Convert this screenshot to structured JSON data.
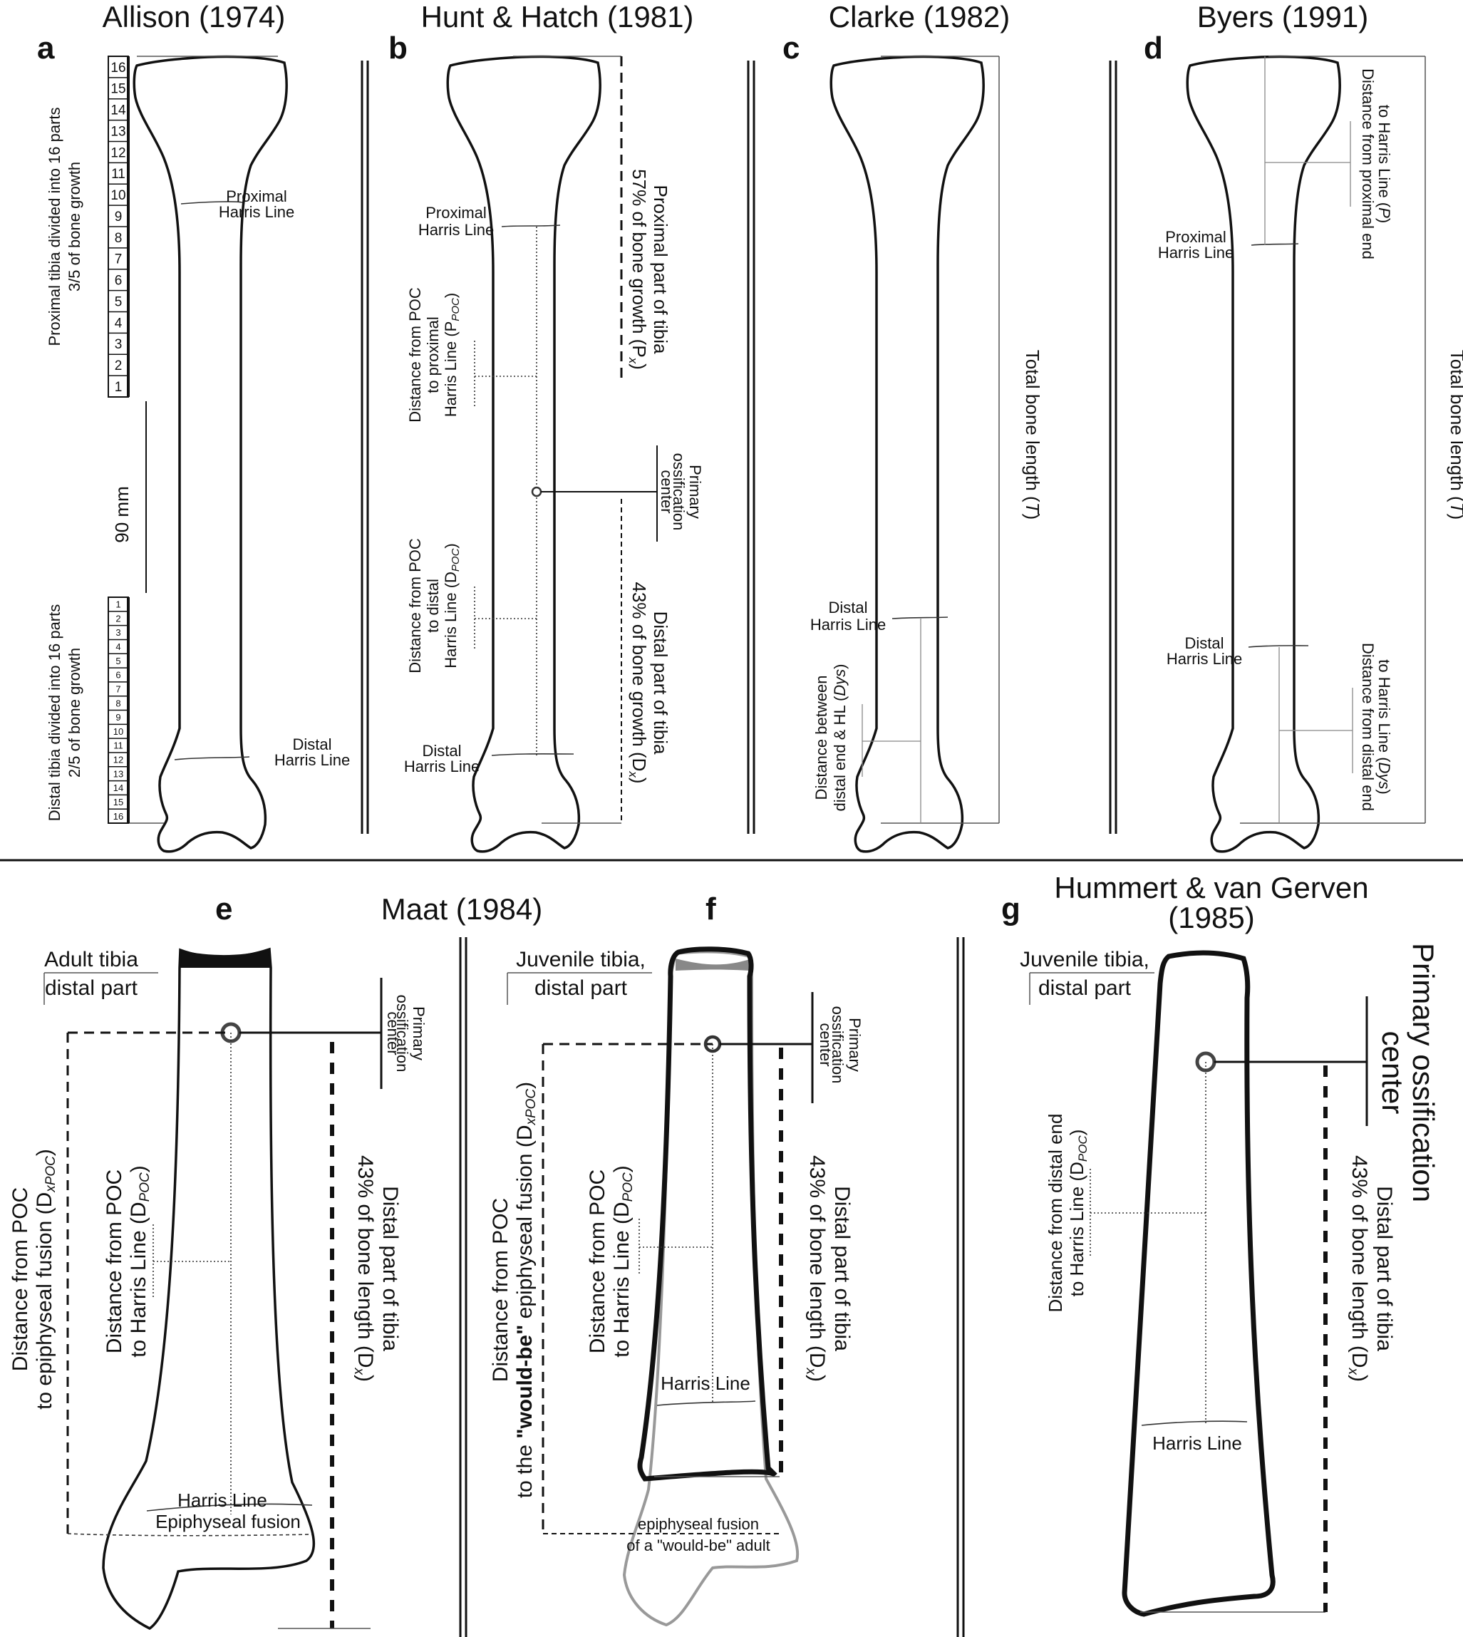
{
  "panels": {
    "a": {
      "letter": "a",
      "title": "Allison (1974)",
      "proximal_note_1": "Proximal tibia divided into 16 parts",
      "proximal_note_2": "3/5 of bone growth",
      "distal_note_1": "Distal tibia divided into 16 parts",
      "distal_note_2": "2/5 of bone growth",
      "scale_bar": "90 mm",
      "proximal_hl_1": "Proximal",
      "proximal_hl_2": "Harris Line",
      "distal_hl_1": "Distal",
      "distal_hl_2": "Harris Line",
      "proximal_segments": [
        "16",
        "15",
        "14",
        "13",
        "12",
        "11",
        "10",
        "9",
        "8",
        "7",
        "6",
        "5",
        "4",
        "3",
        "2",
        "1"
      ],
      "distal_segments": [
        "1",
        "2",
        "3",
        "4",
        "5",
        "6",
        "7",
        "8",
        "9",
        "10",
        "11",
        "12",
        "13",
        "14",
        "15",
        "16"
      ]
    },
    "b": {
      "letter": "b",
      "title": "Hunt & Hatch (1981)",
      "proximal_hl_1": "Proximal",
      "proximal_hl_2": "Harris Line",
      "distal_hl_1": "Distal",
      "distal_hl_2": "Harris Line",
      "ppoc_1": "Distance from POC",
      "ppoc_2": "to  proximal",
      "ppoc_3": "Harris Line (P",
      "ppoc_sub": "POC",
      "ppoc_end": ")",
      "dpoc_1": "Distance from POC",
      "dpoc_2": "to distal",
      "dpoc_3": "Harris Line (D",
      "dpoc_sub": "POC",
      "dpoc_end": ")",
      "proximal_part_1": "Proximal part of tibia",
      "proximal_part_2": "57% of bone growth (P",
      "proximal_part_sub": "x",
      "proximal_part_end": ")",
      "poc_1": "Primary",
      "poc_2": "ossification",
      "poc_3": "center",
      "distal_part_1": "Distal part of tibia",
      "distal_part_2": "43% of bone growth (D",
      "distal_part_sub": "x",
      "distal_part_end": ")"
    },
    "c": {
      "letter": "c",
      "title": "Clarke (1982)",
      "total_1": "Total bone length (",
      "total_t": "T",
      "total_end": ")",
      "distal_hl_1": "Distal",
      "distal_hl_2": "Harris Line",
      "dys_1": "Distance between",
      "dys_2": "distal end & HL (",
      "dys_v": "Dys",
      "dys_end": ")"
    },
    "d": {
      "letter": "d",
      "title": "Byers (1991)",
      "total_1": "Total bone length (",
      "total_t": "T",
      "total_end": ")",
      "proximal_hl_1": "Proximal",
      "proximal_hl_2": "Harris Line",
      "distal_hl_1": "Distal",
      "distal_hl_2": "Harris Line",
      "p_1": "Distance from proximal end",
      "p_2": "to Harris Line (",
      "p_v": "P",
      "p_end": ")",
      "d_1": "Distance from distal end",
      "d_2": "to Harris Line (",
      "d_v": "Dys",
      "d_end": ")"
    },
    "e": {
      "letter": "e",
      "title": "Maat (1984)",
      "adult_1": "Adult tibia",
      "adult_2": "distal part",
      "poc_1": "Primary",
      "poc_2": "ossification",
      "poc_3": "center",
      "dxpoc_1": "Distance from POC",
      "dxpoc_2": "to epiphyseal fusion (D",
      "dxpoc_sub": "xPOC",
      "dxpoc_end": ")",
      "dpoc_1": "Distance from POC",
      "dpoc_2": "to Harris Line (D",
      "dpoc_sub": "POC",
      "dpoc_end": ")",
      "distal_1": "Distal part of tibia",
      "distal_2": "43% of bone length (D",
      "distal_sub": "x",
      "distal_end": ")",
      "harris": "Harris Line",
      "fusion": "Epiphyseal fusion"
    },
    "f": {
      "letter": "f",
      "juv_1": "Juvenile tibia,",
      "juv_2": "distal part",
      "poc_1": "Primary",
      "poc_2": "ossification",
      "poc_3": "center",
      "dxpoc_1": "Distance from POC",
      "dxpoc_2a": "to the ",
      "dxpoc_2b": "\"would-be\"",
      "dxpoc_2c": " epiphyseal fusion (D",
      "dxpoc_sub": "xPOC",
      "dxpoc_end": ")",
      "dpoc_1": "Distance from POC",
      "dpoc_2": "to Harris Line (D",
      "dpoc_sub": "POC",
      "dpoc_end": ")",
      "distal_1": "Distal part of tibia",
      "distal_2": "43% of bone length (D",
      "distal_sub": "x",
      "distal_end": ")",
      "harris": "Harris Line",
      "fusion_1": "epiphyseal fusion",
      "fusion_2": "of a \"would-be\" adult"
    },
    "g": {
      "letter": "g",
      "title_1": "Hummert & van Gerven",
      "title_2": "(1985)",
      "juv_1": "Juvenile tibia,",
      "juv_2": "distal part",
      "poc_1": "Primary ossification",
      "poc_2": "center",
      "dpoc_1": "Distance from distal end",
      "dpoc_2": "to Harris Line (D",
      "dpoc_sub": "POC",
      "dpoc_end": ")",
      "distal_1": "Distal part of tibia",
      "distal_2": "43% of bone length (D",
      "distal_sub": "x",
      "distal_end": ")",
      "harris": "Harris Line"
    }
  }
}
